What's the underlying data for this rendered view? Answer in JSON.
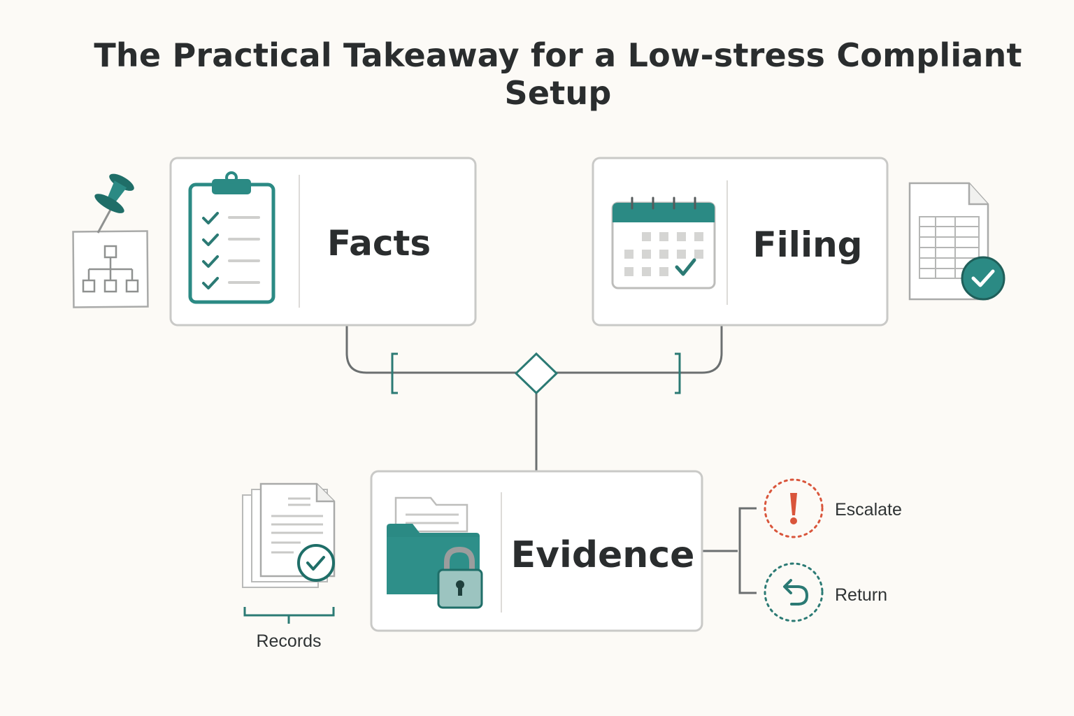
{
  "title": "The Practical Takeaway for a Low-stress Compliant Setup",
  "cards": {
    "facts": {
      "label": "Facts",
      "icon": "clipboard-checklist-icon"
    },
    "filing": {
      "label": "Filing",
      "icon": "calendar-check-icon"
    },
    "evidence": {
      "label": "Evidence",
      "icon": "locked-folder-icon"
    }
  },
  "side_icons": {
    "pin": "pushpin-org-chart-icon",
    "spreadsheet": "spreadsheet-check-icon",
    "records": "documents-check-icon"
  },
  "branches": {
    "escalate": {
      "label": "Escalate",
      "icon": "exclamation-icon",
      "color": "#d9553b"
    },
    "return": {
      "label": "Return",
      "icon": "return-arrow-icon",
      "color": "#2b7a74"
    }
  },
  "records_label": "Records",
  "colors": {
    "accent": "#2b8a84",
    "accent_dark": "#1f6e68",
    "card_border": "#c9c9c7",
    "connector": "#6b6f70",
    "alert": "#d9553b"
  }
}
